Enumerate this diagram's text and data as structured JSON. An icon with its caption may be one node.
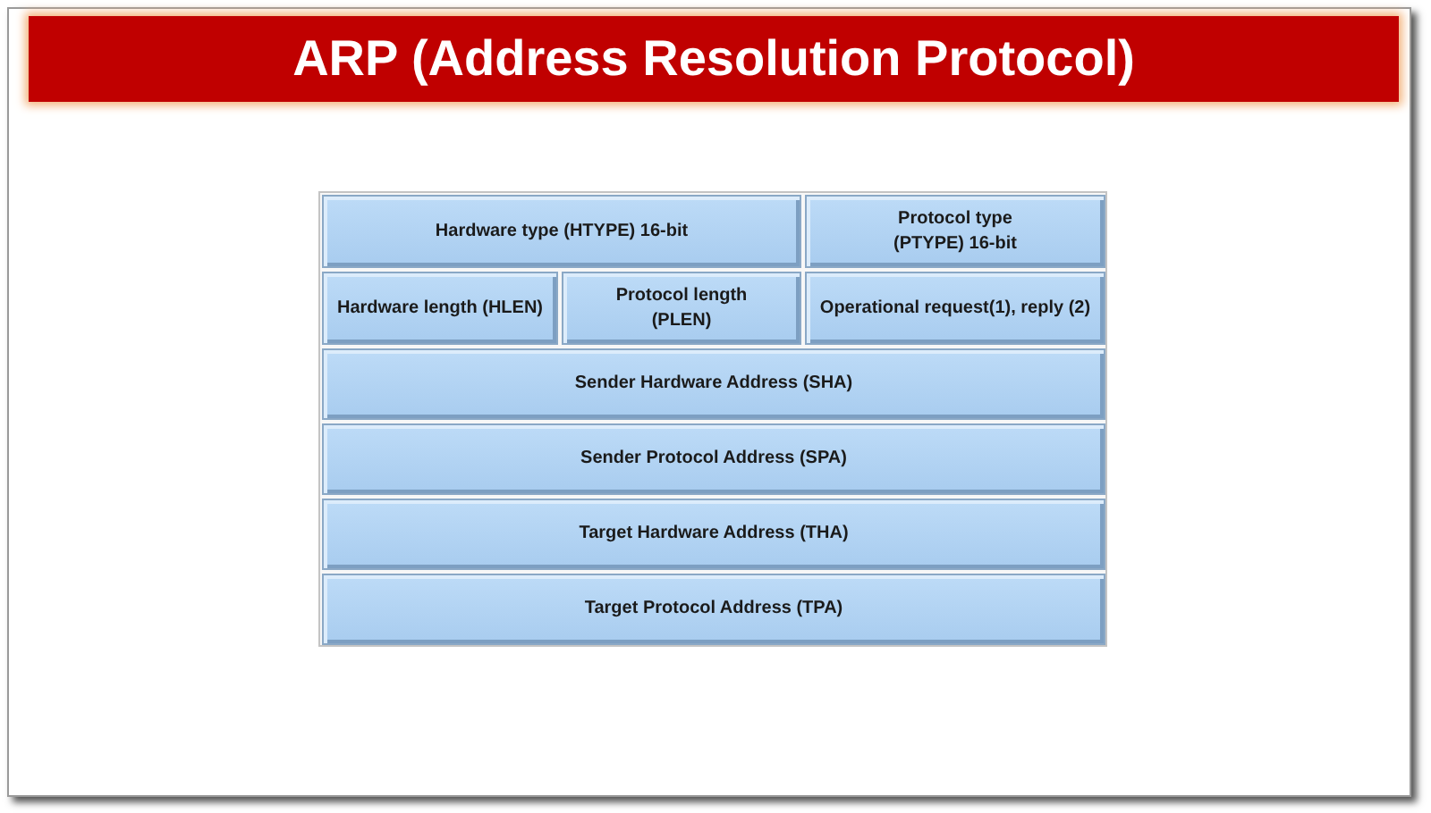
{
  "diagram": {
    "title": "ARP (Address Resolution Protocol)",
    "nodes": [
      {
        "text": [
          "Hardware type (HTYPE) 16-bit"
        ]
      },
      {
        "text": [
          "Protocol type (PTYPE) 16-bit"
        ]
      },
      {
        "text": [
          "Hardware length (HLEN)"
        ]
      },
      {
        "text": [
          "Protocol length (PLEN)"
        ]
      },
      {
        "text": [
          "Operational request(1), reply (2)"
        ]
      },
      {
        "text": [
          "Sender Hardware Address (SHA)"
        ]
      },
      {
        "text": [
          "Sender Protocol Address (SPA)"
        ]
      },
      {
        "text": [
          "Target Hardware Address (THA)"
        ]
      },
      {
        "text": [
          "Target Protocol Address (TPA)"
        ]
      }
    ]
  }
}
